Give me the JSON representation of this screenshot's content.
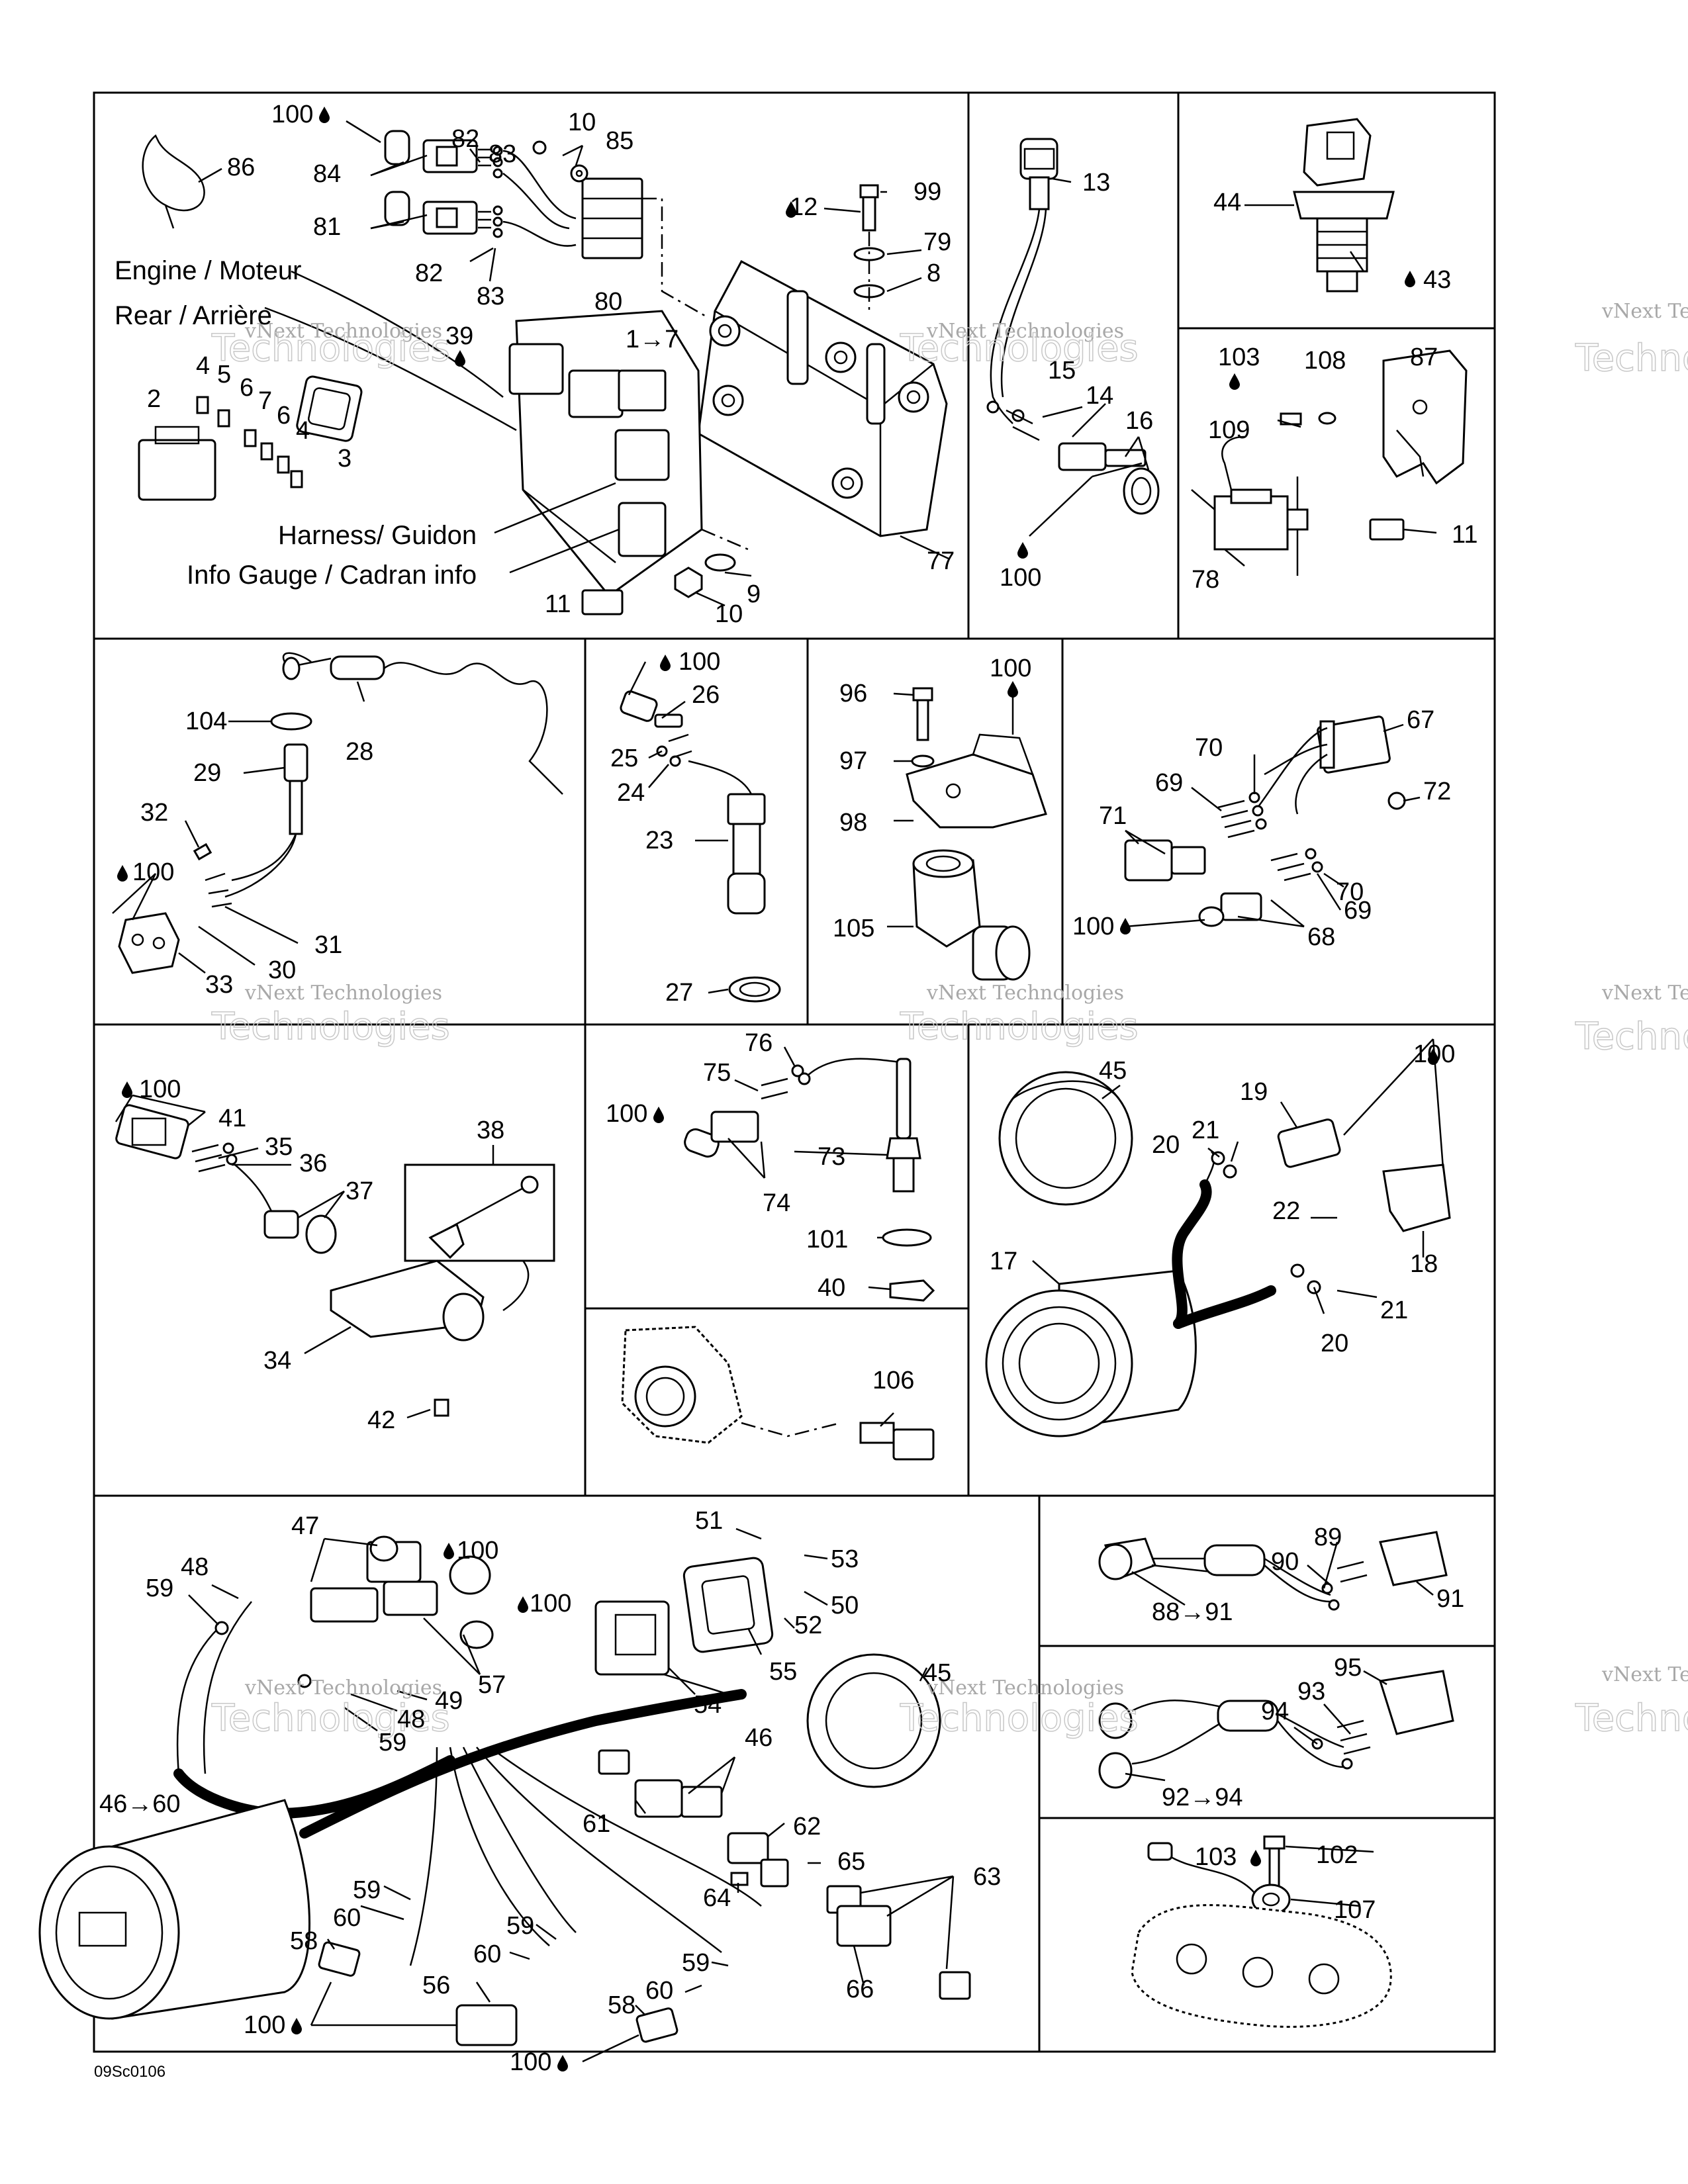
{
  "figure_ref": "09Sc0106",
  "watermark": {
    "line1": "vNext Technologies",
    "line2": "Technologies",
    "line3": "vNext"
  },
  "texts": {
    "engine": "Engine / Moteur",
    "rear": "Rear / Arrière",
    "harness": "Harness/ Guidon",
    "info_gauge": "Info Gauge / Cadran info"
  },
  "callouts": [
    {
      "id": "c100a",
      "text": "100"
    },
    {
      "id": "c86",
      "text": "86"
    },
    {
      "id": "c84",
      "text": "84"
    },
    {
      "id": "c82a",
      "text": "82"
    },
    {
      "id": "c83a",
      "text": "83"
    },
    {
      "id": "c10a",
      "text": "10"
    },
    {
      "id": "c85",
      "text": "85"
    },
    {
      "id": "c81",
      "text": "81"
    },
    {
      "id": "c82b",
      "text": "82"
    },
    {
      "id": "c83b",
      "text": "83"
    },
    {
      "id": "c80",
      "text": "80"
    },
    {
      "id": "c12",
      "text": "12"
    },
    {
      "id": "c99",
      "text": "99"
    },
    {
      "id": "c79",
      "text": "79"
    },
    {
      "id": "c8",
      "text": "8"
    },
    {
      "id": "c39",
      "text": "39"
    },
    {
      "id": "c1to7",
      "text": "1→7"
    },
    {
      "id": "c2",
      "text": "2"
    },
    {
      "id": "c4a",
      "text": "4"
    },
    {
      "id": "c5",
      "text": "5"
    },
    {
      "id": "c6a",
      "text": "6"
    },
    {
      "id": "c7",
      "text": "7"
    },
    {
      "id": "c6b",
      "text": "6"
    },
    {
      "id": "c4b",
      "text": "4"
    },
    {
      "id": "c3",
      "text": "3"
    },
    {
      "id": "c77",
      "text": "77"
    },
    {
      "id": "c9",
      "text": "9"
    },
    {
      "id": "c10b",
      "text": "10"
    },
    {
      "id": "c11a",
      "text": "11"
    },
    {
      "id": "c13",
      "text": "13"
    },
    {
      "id": "c15",
      "text": "15"
    },
    {
      "id": "c14",
      "text": "14"
    },
    {
      "id": "c16",
      "text": "16"
    },
    {
      "id": "c100b",
      "text": "100"
    },
    {
      "id": "c44",
      "text": "44"
    },
    {
      "id": "c43",
      "text": "43"
    },
    {
      "id": "c103a",
      "text": "103"
    },
    {
      "id": "c108",
      "text": "108"
    },
    {
      "id": "c87",
      "text": "87"
    },
    {
      "id": "c109",
      "text": "109"
    },
    {
      "id": "c78",
      "text": "78"
    },
    {
      "id": "c11b",
      "text": "11"
    },
    {
      "id": "c104",
      "text": "104"
    },
    {
      "id": "c28",
      "text": "28"
    },
    {
      "id": "c29",
      "text": "29"
    },
    {
      "id": "c32",
      "text": "32"
    },
    {
      "id": "c100c",
      "text": "100"
    },
    {
      "id": "c31",
      "text": "31"
    },
    {
      "id": "c30",
      "text": "30"
    },
    {
      "id": "c33",
      "text": "33"
    },
    {
      "id": "c100d",
      "text": "100"
    },
    {
      "id": "c26",
      "text": "26"
    },
    {
      "id": "c25",
      "text": "25"
    },
    {
      "id": "c24",
      "text": "24"
    },
    {
      "id": "c23",
      "text": "23"
    },
    {
      "id": "c27",
      "text": "27"
    },
    {
      "id": "c96",
      "text": "96"
    },
    {
      "id": "c100e",
      "text": "100"
    },
    {
      "id": "c97",
      "text": "97"
    },
    {
      "id": "c98",
      "text": "98"
    },
    {
      "id": "c105",
      "text": "105"
    },
    {
      "id": "c67",
      "text": "67"
    },
    {
      "id": "c70a",
      "text": "70"
    },
    {
      "id": "c69a",
      "text": "69"
    },
    {
      "id": "c72",
      "text": "72"
    },
    {
      "id": "c71",
      "text": "71"
    },
    {
      "id": "c70b",
      "text": "70"
    },
    {
      "id": "c69b",
      "text": "69"
    },
    {
      "id": "c100f",
      "text": "100"
    },
    {
      "id": "c68",
      "text": "68"
    },
    {
      "id": "c100g",
      "text": "100"
    },
    {
      "id": "c41",
      "text": "41"
    },
    {
      "id": "c35",
      "text": "35"
    },
    {
      "id": "c36",
      "text": "36"
    },
    {
      "id": "c37",
      "text": "37"
    },
    {
      "id": "c38",
      "text": "38"
    },
    {
      "id": "c34",
      "text": "34"
    },
    {
      "id": "c42",
      "text": "42"
    },
    {
      "id": "c76",
      "text": "76"
    },
    {
      "id": "c75",
      "text": "75"
    },
    {
      "id": "c100h",
      "text": "100"
    },
    {
      "id": "c73",
      "text": "73"
    },
    {
      "id": "c74",
      "text": "74"
    },
    {
      "id": "c101",
      "text": "101"
    },
    {
      "id": "c40",
      "text": "40"
    },
    {
      "id": "c106",
      "text": "106"
    },
    {
      "id": "c45a",
      "text": "45"
    },
    {
      "id": "c19",
      "text": "19"
    },
    {
      "id": "c100i",
      "text": "100"
    },
    {
      "id": "c21a",
      "text": "21"
    },
    {
      "id": "c20a",
      "text": "20"
    },
    {
      "id": "c22",
      "text": "22"
    },
    {
      "id": "c17",
      "text": "17"
    },
    {
      "id": "c18",
      "text": "18"
    },
    {
      "id": "c21b",
      "text": "21"
    },
    {
      "id": "c20b",
      "text": "20"
    },
    {
      "id": "c47",
      "text": "47"
    },
    {
      "id": "c100j",
      "text": "100"
    },
    {
      "id": "c48a",
      "text": "48"
    },
    {
      "id": "c59a",
      "text": "59"
    },
    {
      "id": "c100k",
      "text": "100"
    },
    {
      "id": "c51",
      "text": "51"
    },
    {
      "id": "c53",
      "text": "53"
    },
    {
      "id": "c50",
      "text": "50"
    },
    {
      "id": "c52",
      "text": "52"
    },
    {
      "id": "c55",
      "text": "55"
    },
    {
      "id": "c57",
      "text": "57"
    },
    {
      "id": "c49",
      "text": "49"
    },
    {
      "id": "c48b",
      "text": "48"
    },
    {
      "id": "c59b",
      "text": "59"
    },
    {
      "id": "c54",
      "text": "54"
    },
    {
      "id": "c45b",
      "text": "45"
    },
    {
      "id": "c46a",
      "text": "46"
    },
    {
      "id": "c46to60",
      "text": "46→60"
    },
    {
      "id": "c61",
      "text": "61"
    },
    {
      "id": "c62",
      "text": "62"
    },
    {
      "id": "c65",
      "text": "65"
    },
    {
      "id": "c63",
      "text": "63"
    },
    {
      "id": "c64",
      "text": "64"
    },
    {
      "id": "c59c",
      "text": "59"
    },
    {
      "id": "c60a",
      "text": "60"
    },
    {
      "id": "c58a",
      "text": "58"
    },
    {
      "id": "c59d",
      "text": "59"
    },
    {
      "id": "c60b",
      "text": "60"
    },
    {
      "id": "c56",
      "text": "56"
    },
    {
      "id": "c59e",
      "text": "59"
    },
    {
      "id": "c60c",
      "text": "60"
    },
    {
      "id": "c58b",
      "text": "58"
    },
    {
      "id": "c66",
      "text": "66"
    },
    {
      "id": "c100l",
      "text": "100"
    },
    {
      "id": "c100m",
      "text": "100"
    },
    {
      "id": "c89",
      "text": "89"
    },
    {
      "id": "c90",
      "text": "90"
    },
    {
      "id": "c91",
      "text": "91"
    },
    {
      "id": "c88to91",
      "text": "88→91"
    },
    {
      "id": "c95",
      "text": "95"
    },
    {
      "id": "c93",
      "text": "93"
    },
    {
      "id": "c94",
      "text": "94"
    },
    {
      "id": "c92to94",
      "text": "92→94"
    },
    {
      "id": "c103b",
      "text": "103"
    },
    {
      "id": "c102",
      "text": "102"
    },
    {
      "id": "c107",
      "text": "107"
    }
  ]
}
